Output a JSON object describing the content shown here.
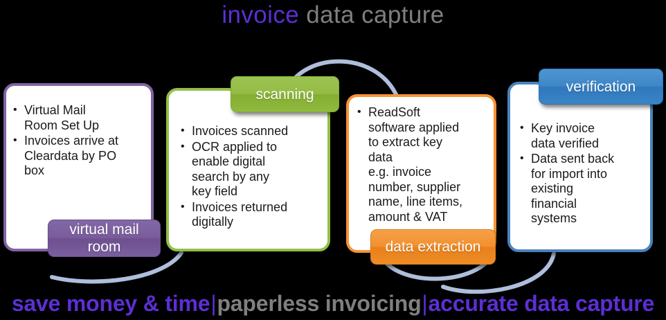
{
  "title": {
    "accent": "invoice",
    "muted": " data capture"
  },
  "colors": {
    "accent_purple": "#5B2FD4",
    "muted_gray": "#7F7F7F",
    "card_purple": "#8064A2",
    "card_green": "#94BE47",
    "card_orange": "#F79334",
    "card_blue": "#4A83BE",
    "arc": "#AEBEDB",
    "background": "#000000",
    "card_background": "#FFFFFF"
  },
  "steps": [
    {
      "id": "virtual-mail-room",
      "badge": "virtual mail\nroom",
      "badge_position": "bottom",
      "color": "#8064A2",
      "bullets": [
        "Virtual Mail\nRoom Set Up",
        "Invoices arrive at\nCleardata by PO\nbox"
      ]
    },
    {
      "id": "scanning",
      "badge": "scanning",
      "badge_position": "top",
      "color": "#94BE47",
      "bullets": [
        "Invoices scanned",
        "OCR applied to\nenable digital\nsearch  by any\nkey field",
        "Invoices returned\ndigitally"
      ]
    },
    {
      "id": "data-extraction",
      "badge": "data extraction",
      "badge_position": "bottom",
      "color": "#F79334",
      "bullets": [
        "ReadSoft\nsoftware applied\nto extract key\ndata\ne.g. invoice\nnumber, supplier\nname, line items,\namount & VAT"
      ]
    },
    {
      "id": "verification",
      "badge": "verification",
      "badge_position": "top",
      "color": "#4A83BE",
      "bullets": [
        "Key invoice\ndata verified",
        "Data sent back\nfor import into\nexisting\nfinancial\nsystems"
      ]
    }
  ],
  "footer": {
    "part1": "save money & time",
    "sep1": "|",
    "part2": "paperless invoicing",
    "sep2": "|",
    "part3": "accurate data capture"
  }
}
